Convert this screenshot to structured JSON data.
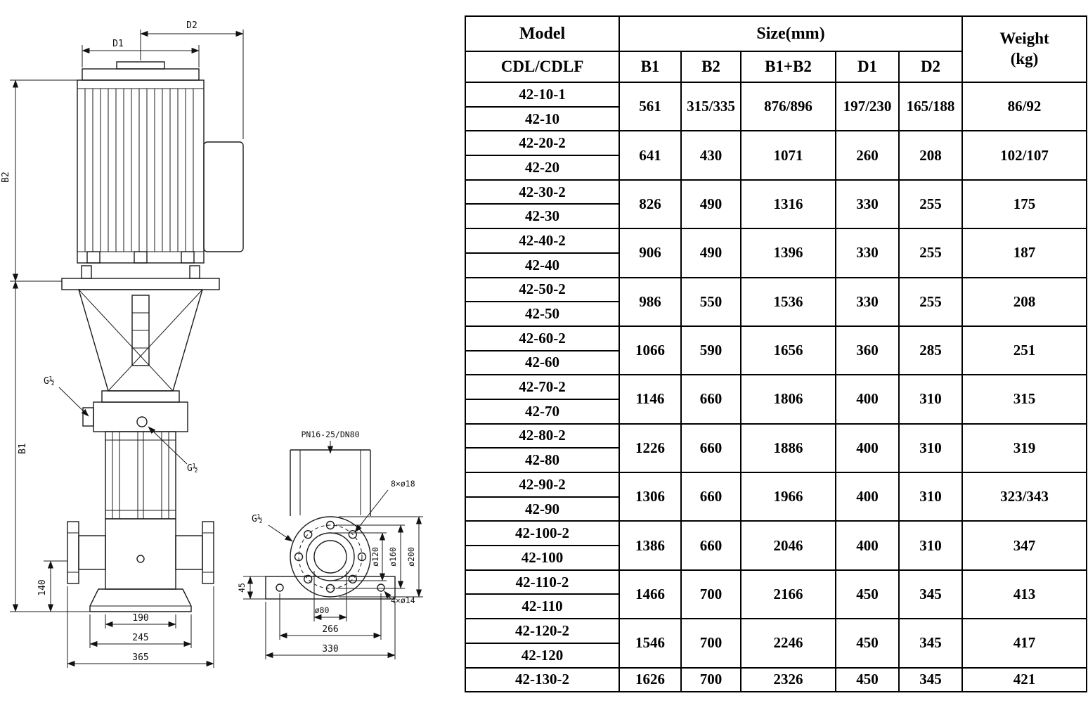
{
  "colors": {
    "ink": "#000000",
    "background": "#ffffff"
  },
  "drawing": {
    "front": {
      "dim_d2": "D2",
      "dim_d1": "D1",
      "dim_b2": "B2",
      "dim_b1": "B1",
      "port_top": "G½",
      "port_mid": "G½",
      "dim_140": "140",
      "dim_190": "190",
      "dim_245": "245",
      "dim_365": "365"
    },
    "flange": {
      "pn_label": "PN16-25/DN80",
      "bolt_holes": "8×ø18",
      "dia_120": "ø120",
      "dia_160": "ø160",
      "dia_200": "ø200",
      "port": "G½",
      "dim_45": "45",
      "dia_80": "ø80",
      "dim_266": "266",
      "dim_330": "330",
      "base_holes": "4×ø14"
    }
  },
  "table": {
    "header": {
      "model": "Model",
      "size": "Size(mm)",
      "weight_line1": "Weight",
      "weight_line2": "(kg)",
      "sub": [
        "CDL/CDLF",
        "B1",
        "B2",
        "B1+B2",
        "D1",
        "D2"
      ]
    },
    "groups": [
      {
        "models": [
          "42-10-1",
          "42-10"
        ],
        "b1": "561",
        "b2": "315/335",
        "b1b2": "876/896",
        "d1": "197/230",
        "d2": "165/188",
        "weight": "86/92"
      },
      {
        "models": [
          "42-20-2",
          "42-20"
        ],
        "b1": "641",
        "b2": "430",
        "b1b2": "1071",
        "d1": "260",
        "d2": "208",
        "weight": "102/107"
      },
      {
        "models": [
          "42-30-2",
          "42-30"
        ],
        "b1": "826",
        "b2": "490",
        "b1b2": "1316",
        "d1": "330",
        "d2": "255",
        "weight": "175"
      },
      {
        "models": [
          "42-40-2",
          "42-40"
        ],
        "b1": "906",
        "b2": "490",
        "b1b2": "1396",
        "d1": "330",
        "d2": "255",
        "weight": "187"
      },
      {
        "models": [
          "42-50-2",
          "42-50"
        ],
        "b1": "986",
        "b2": "550",
        "b1b2": "1536",
        "d1": "330",
        "d2": "255",
        "weight": "208"
      },
      {
        "models": [
          "42-60-2",
          "42-60"
        ],
        "b1": "1066",
        "b2": "590",
        "b1b2": "1656",
        "d1": "360",
        "d2": "285",
        "weight": "251"
      },
      {
        "models": [
          "42-70-2",
          "42-70"
        ],
        "b1": "1146",
        "b2": "660",
        "b1b2": "1806",
        "d1": "400",
        "d2": "310",
        "weight": "315"
      },
      {
        "models": [
          "42-80-2",
          "42-80"
        ],
        "b1": "1226",
        "b2": "660",
        "b1b2": "1886",
        "d1": "400",
        "d2": "310",
        "weight": "319"
      },
      {
        "models": [
          "42-90-2",
          "42-90"
        ],
        "b1": "1306",
        "b2": "660",
        "b1b2": "1966",
        "d1": "400",
        "d2": "310",
        "weight": "323/343"
      },
      {
        "models": [
          "42-100-2",
          "42-100"
        ],
        "b1": "1386",
        "b2": "660",
        "b1b2": "2046",
        "d1": "400",
        "d2": "310",
        "weight": "347"
      },
      {
        "models": [
          "42-110-2",
          "42-110"
        ],
        "b1": "1466",
        "b2": "700",
        "b1b2": "2166",
        "d1": "450",
        "d2": "345",
        "weight": "413"
      },
      {
        "models": [
          "42-120-2",
          "42-120"
        ],
        "b1": "1546",
        "b2": "700",
        "b1b2": "2246",
        "d1": "450",
        "d2": "345",
        "weight": "417"
      },
      {
        "models": [
          "42-130-2"
        ],
        "b1": "1626",
        "b2": "700",
        "b1b2": "2326",
        "d1": "450",
        "d2": "345",
        "weight": "421"
      }
    ]
  }
}
